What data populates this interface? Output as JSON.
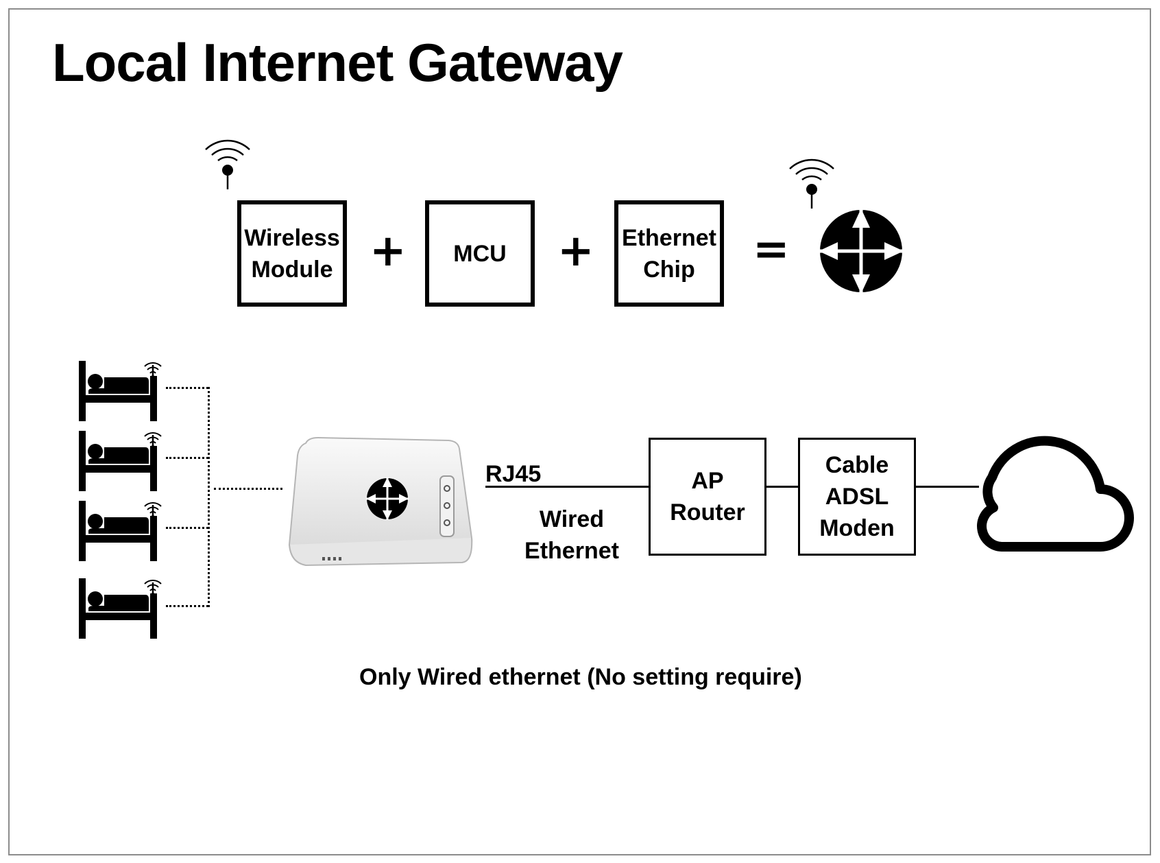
{
  "title": "Local Internet Gateway",
  "equation": {
    "wireless_module": [
      "Wireless",
      "Module"
    ],
    "mcu": "MCU",
    "ethernet_chip": [
      "Ethernet",
      "Chip"
    ],
    "plus": "+",
    "equals": "="
  },
  "network": {
    "rj45": "RJ45",
    "wired_ethernet": [
      "Wired",
      "Ethernet"
    ],
    "ap_router": [
      "AP",
      "Router"
    ],
    "modem": [
      "Cable",
      "ADSL",
      "Moden"
    ]
  },
  "footnote": "Only Wired ethernet (No setting require)",
  "icons": {
    "wifi": "wifi-signal-icon",
    "gateway": "router-logo-icon",
    "bed": "bed-sleeping-icon",
    "cloud": "cloud-icon"
  }
}
